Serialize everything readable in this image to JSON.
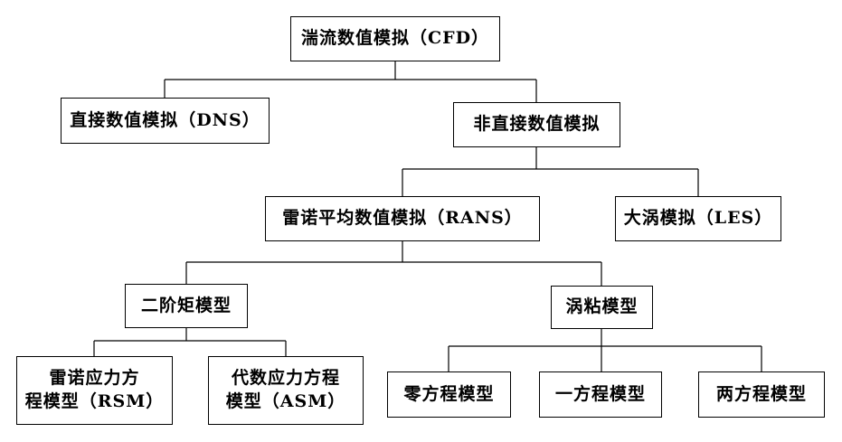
{
  "diagram": {
    "nodes": {
      "root": "湍流数值模拟（CFD）",
      "dns": "直接数值模拟（DNS）",
      "indirect": "非直接数值模拟",
      "rans": "雷诺平均数值模拟（RANS）",
      "les": "大涡模拟（LES）",
      "second_order": "二阶矩模型",
      "eddy_viscosity": "涡粘模型",
      "rsm": {
        "line1": "雷诺应力方",
        "line2": "程模型（RSM）"
      },
      "asm": {
        "line1": "代数应力方程",
        "line2": "模型（ASM）"
      },
      "zero_equation": "零方程模型",
      "one_equation": "一方程模型",
      "two_equation": "两方程模型"
    },
    "edges": [
      [
        "root",
        "dns"
      ],
      [
        "root",
        "indirect"
      ],
      [
        "indirect",
        "rans"
      ],
      [
        "indirect",
        "les"
      ],
      [
        "rans",
        "second_order"
      ],
      [
        "rans",
        "eddy_viscosity"
      ],
      [
        "second_order",
        "rsm"
      ],
      [
        "second_order",
        "asm"
      ],
      [
        "eddy_viscosity",
        "zero_equation"
      ],
      [
        "eddy_viscosity",
        "one_equation"
      ],
      [
        "eddy_viscosity",
        "two_equation"
      ]
    ]
  }
}
